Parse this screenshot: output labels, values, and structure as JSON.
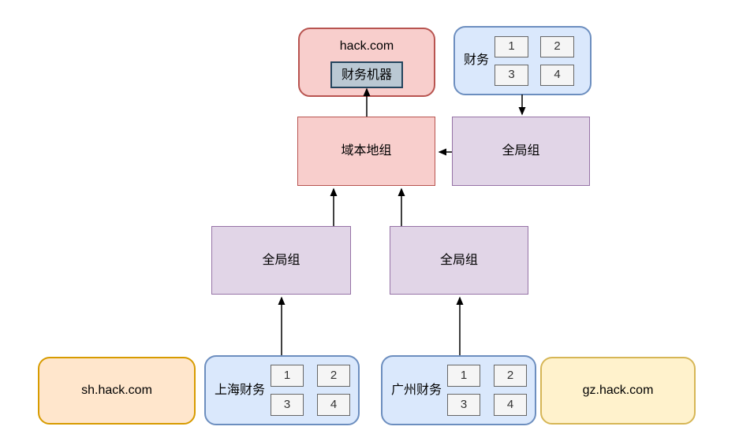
{
  "diagram": {
    "background": "#ffffff",
    "arrow_color": "#000000",
    "member_text_color": "#333333"
  },
  "nodes": {
    "hack_com": {
      "label": "hack.com",
      "fill": "#f8cecc",
      "stroke": "#b85450"
    },
    "finance_machine": {
      "label": "财务机器",
      "fill": "#bac8d3",
      "stroke": "#23445d"
    },
    "finance_ou": {
      "label": "财务",
      "fill": "#dae8fc",
      "stroke": "#6c8ebf",
      "members": [
        "1",
        "2",
        "3",
        "4"
      ]
    },
    "domain_local_group": {
      "label": "域本地组",
      "fill": "#f8cecc",
      "stroke": "#b85450"
    },
    "global_group_top": {
      "label": "全局组",
      "fill": "#e1d5e7",
      "stroke": "#9673a6"
    },
    "global_group_left": {
      "label": "全局组",
      "fill": "#e1d5e7",
      "stroke": "#9673a6"
    },
    "global_group_right": {
      "label": "全局组",
      "fill": "#e1d5e7",
      "stroke": "#9673a6"
    },
    "sh_domain": {
      "label": "sh.hack.com",
      "fill": "#ffe6cc",
      "stroke": "#d79b00"
    },
    "sh_finance": {
      "label": "上海财务",
      "fill": "#dae8fc",
      "stroke": "#6c8ebf",
      "members": [
        "1",
        "2",
        "3",
        "4"
      ]
    },
    "gz_finance": {
      "label": "广州财务",
      "fill": "#dae8fc",
      "stroke": "#6c8ebf",
      "members": [
        "1",
        "2",
        "3",
        "4"
      ]
    },
    "gz_domain": {
      "label": "gz.hack.com",
      "fill": "#fff2cc",
      "stroke": "#d6b656"
    }
  },
  "members_style": {
    "fill": "#f5f5f5",
    "stroke": "#666666"
  },
  "edges": [
    {
      "from": "domain_local_group",
      "to": "finance_machine"
    },
    {
      "from": "finance_ou",
      "to": "global_group_top"
    },
    {
      "from": "global_group_top",
      "to": "domain_local_group"
    },
    {
      "from": "global_group_left",
      "to": "domain_local_group"
    },
    {
      "from": "global_group_right",
      "to": "domain_local_group"
    },
    {
      "from": "sh_finance",
      "to": "global_group_left"
    },
    {
      "from": "gz_finance",
      "to": "global_group_right"
    }
  ]
}
